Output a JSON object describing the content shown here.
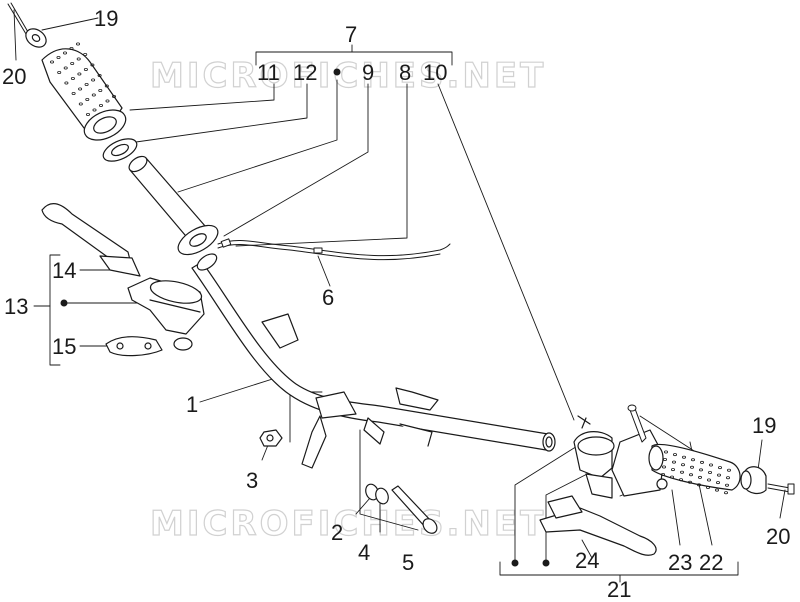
{
  "watermark": "MICROFICHES.NET",
  "callouts": {
    "c1": "1",
    "c2": "2",
    "c3": "3",
    "c4": "4",
    "c5": "5",
    "c6": "6",
    "c7": "7",
    "c8": "8",
    "c9": "9",
    "c10": "10",
    "c11": "11",
    "c12": "12",
    "c13": "13",
    "c14": "14",
    "c15": "15",
    "c19a": "19",
    "c19b": "19",
    "c20a": "20",
    "c20b": "20",
    "c21": "21",
    "c22": "22",
    "c23": "23",
    "c24": "24"
  },
  "colors": {
    "line": "#1a1a1a",
    "fill": "#ffffff",
    "watermark_stroke": "#c9c9c9"
  }
}
